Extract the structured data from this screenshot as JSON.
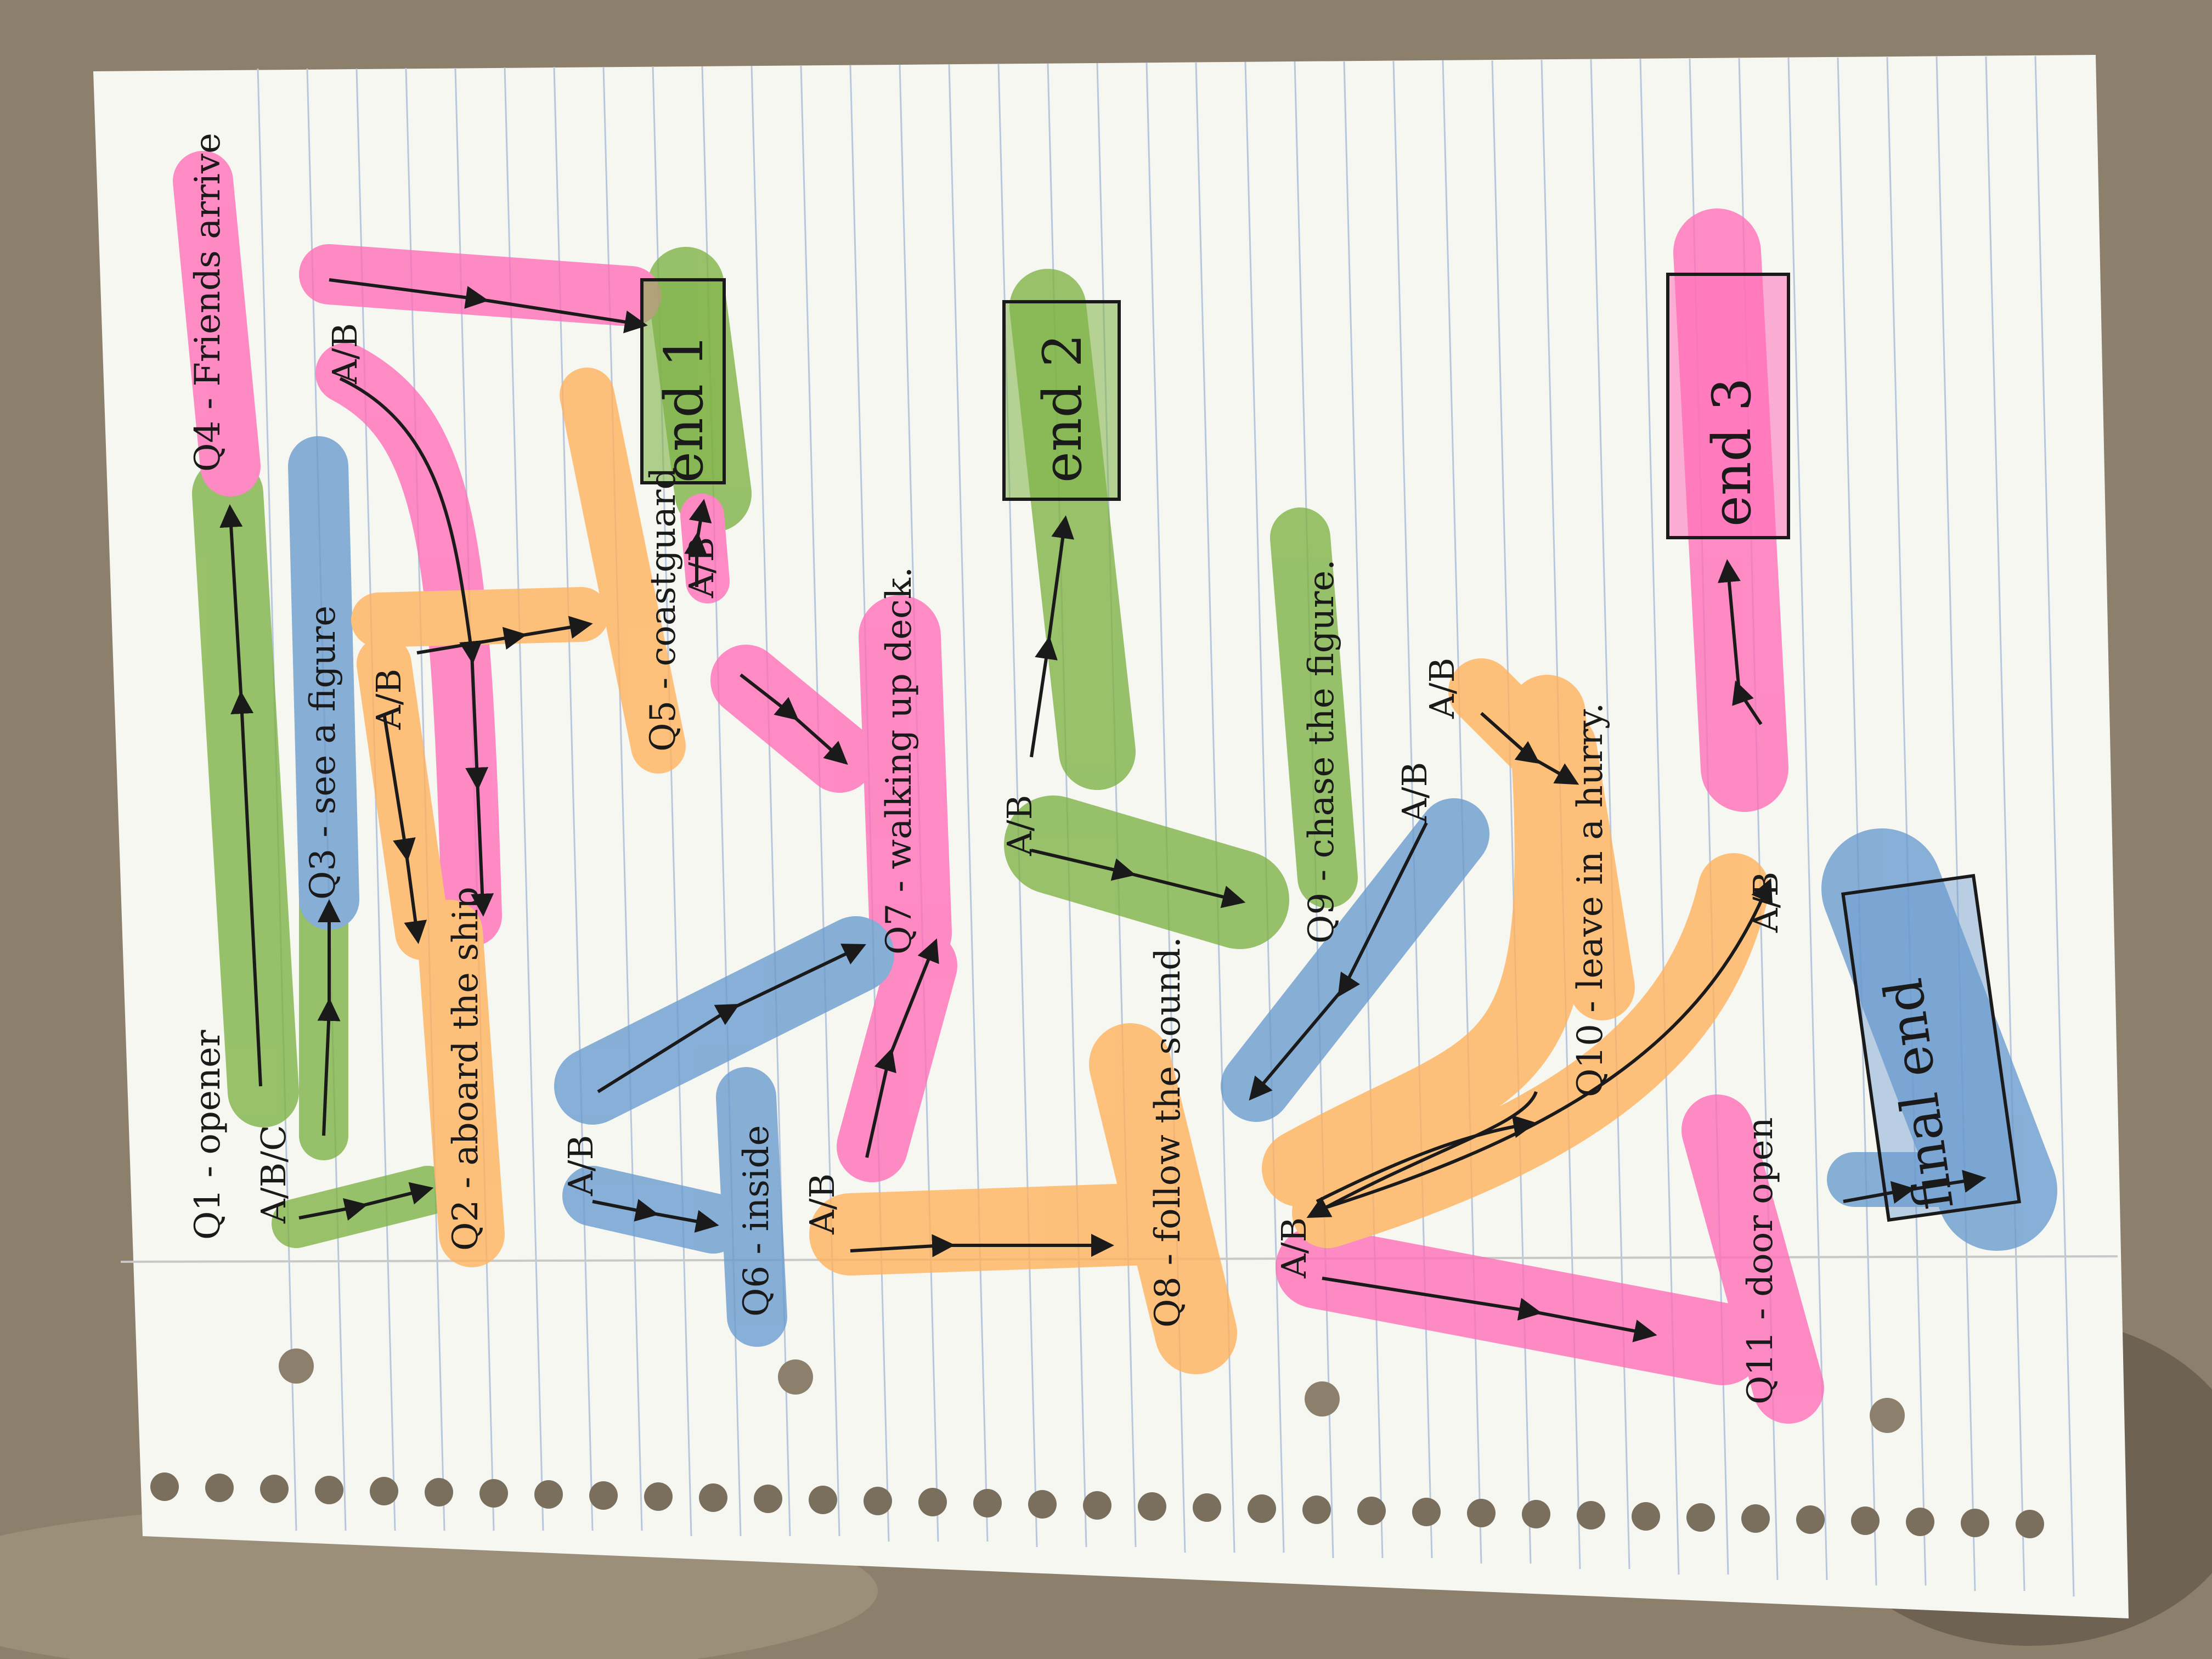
{
  "colors": {
    "pink": "#ff6fb8",
    "green": "#7fb347",
    "blue": "#6c9ccf",
    "orange": "#ffb35e",
    "paper": "#f7f7f2",
    "rule": "#b9c7dd",
    "ink": "#1a1a1a"
  },
  "nodes": {
    "q1": "Q1 - opener",
    "q2": "Q2 - aboard the ship",
    "q3": "Q3 - see a figure",
    "q4": "Q4 - Friends arrive",
    "q5": "Q5 - coastguard",
    "q6": "Q6 - inside",
    "q7": "Q7 - walking up deck.",
    "q8": "Q8 - follow the sound.",
    "q9": "Q9 - chase the figure.",
    "q10": "Q10 - leave in a hurry.",
    "q11": "Q11 - door open",
    "end1": "end 1",
    "end2": "end 2",
    "end3": "end 3",
    "final_end": "final end"
  },
  "choices": {
    "abc": "A/B/C",
    "ab": "A/B"
  }
}
